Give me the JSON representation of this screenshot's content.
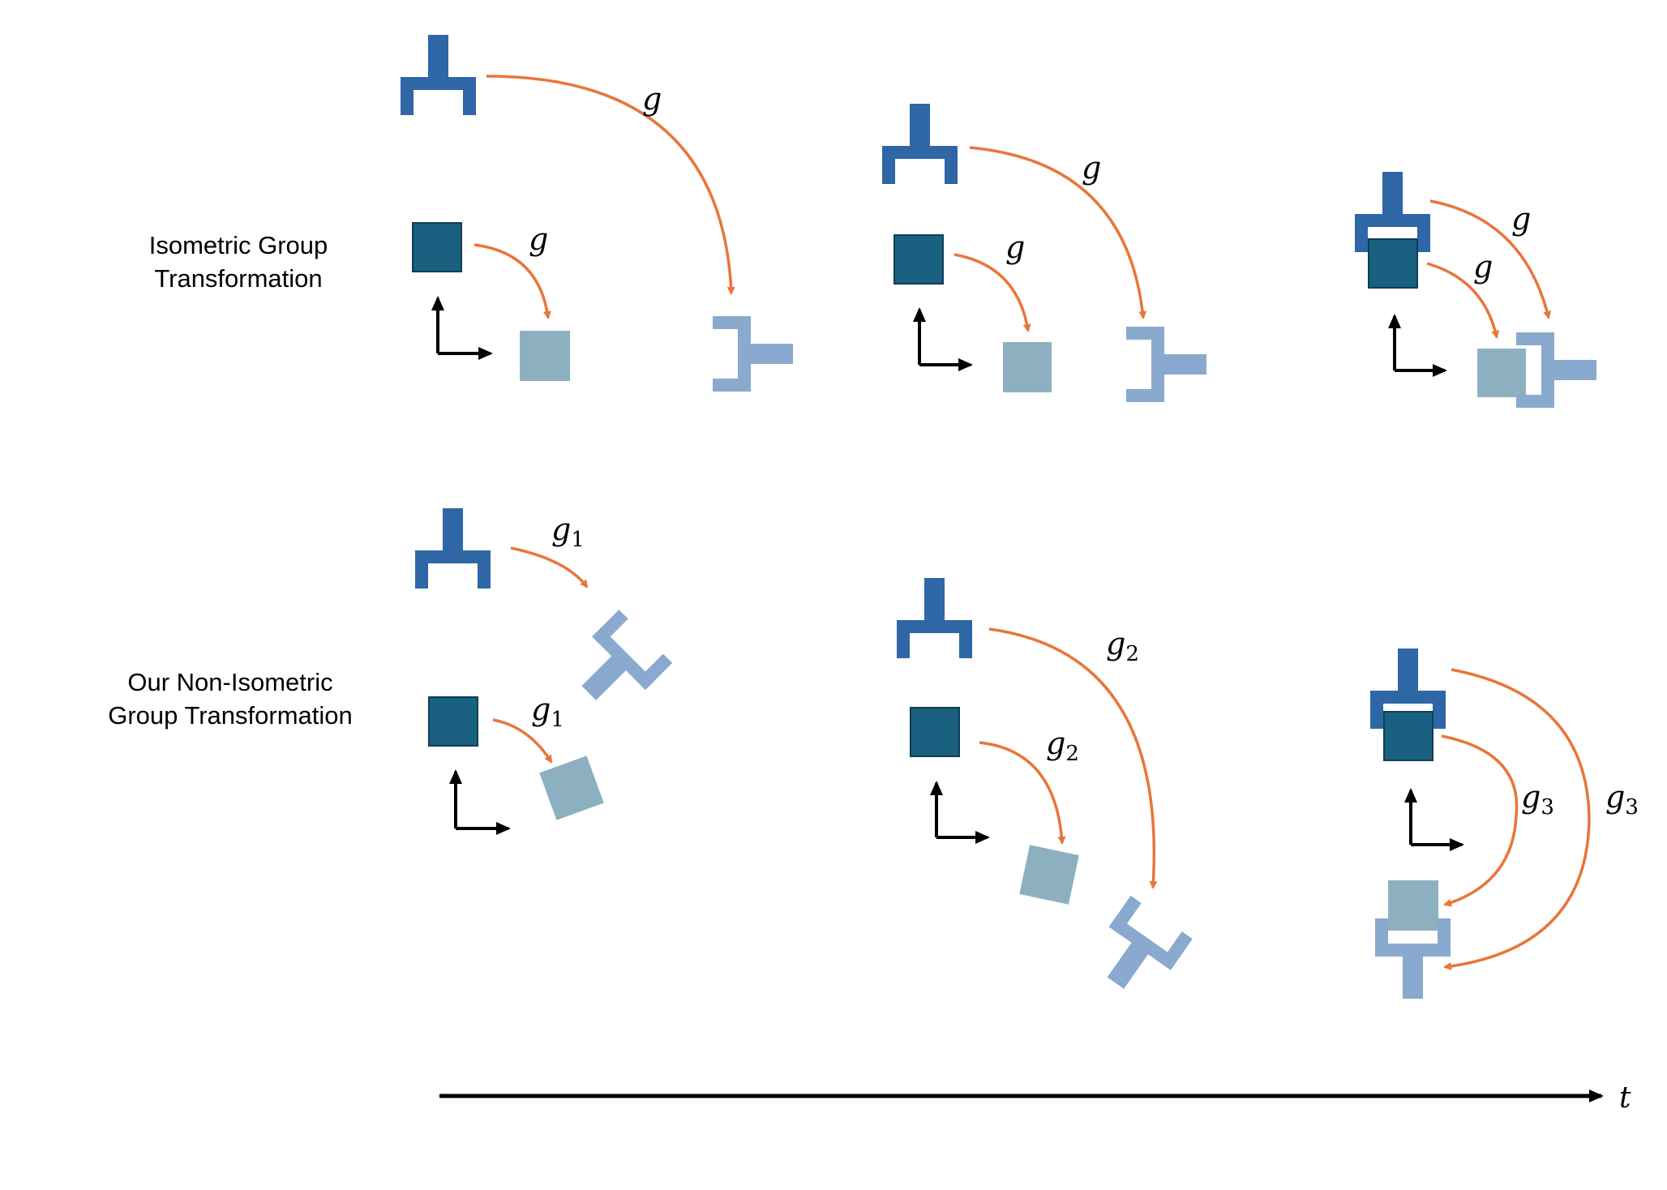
{
  "colors": {
    "gripper": "#2e66a6",
    "gripper_light": "#8aa9cf",
    "cube": "#1a6080",
    "cube_light": "#8db0c0",
    "arrow": "#e8763a",
    "axis": "#000000"
  },
  "rows": {
    "isometric": {
      "label_line1": "Isometric Group",
      "label_line2": "Transformation"
    },
    "non_isometric": {
      "label_line1": "Our Non-Isometric",
      "label_line2": "Group Transformation"
    }
  },
  "transforms": {
    "g": "g",
    "g1": {
      "base": "g",
      "sub": "1"
    },
    "g2": {
      "base": "g",
      "sub": "2"
    },
    "g3": {
      "base": "g",
      "sub": "3"
    }
  },
  "time_axis": {
    "label": "t"
  }
}
